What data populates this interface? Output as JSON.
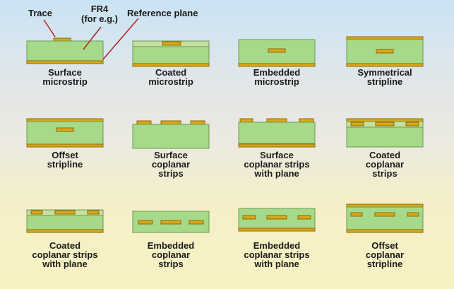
{
  "colors": {
    "substrate": "#a6d98a",
    "substrate_edge": "#6b9b4f",
    "copper": "#d9a818",
    "copper_edge": "#8a6a0a",
    "coating": "#c6e0a0",
    "pointer": "#b02020"
  },
  "legend": {
    "trace": "Trace",
    "fr4": "FR4\n(for e.g.)",
    "reference_plane": "Reference plane"
  },
  "structures": [
    {
      "id": "surface-microstrip",
      "label": "Surface\nmicrostrip",
      "kind": "surface-microstrip"
    },
    {
      "id": "coated-microstrip",
      "label": "Coated\nmicrostrip",
      "kind": "coated-microstrip"
    },
    {
      "id": "embedded-microstrip",
      "label": "Embedded\nmicrostrip",
      "kind": "embedded-microstrip"
    },
    {
      "id": "symmetrical-stripline",
      "label": "Symmetrical\nstripline",
      "kind": "symmetrical-stripline"
    },
    {
      "id": "offset-stripline",
      "label": "Offset\nstripline",
      "kind": "offset-stripline"
    },
    {
      "id": "surface-coplanar-strips",
      "label": "Surface\ncoplanar\nstrips",
      "kind": "surface-coplanar"
    },
    {
      "id": "surface-coplanar-strips-with-plane",
      "label": "Surface\ncoplanar strips\nwith plane",
      "kind": "surface-coplanar-plane"
    },
    {
      "id": "coated-coplanar-strips",
      "label": "Coated\ncoplanar\nstrips",
      "kind": "coated-coplanar"
    },
    {
      "id": "coated-coplanar-strips-with-plane",
      "label": "Coated\ncoplanar strips\nwith plane",
      "kind": "coated-coplanar-plane"
    },
    {
      "id": "embedded-coplanar-strips",
      "label": "Embedded\ncoplanar\nstrips",
      "kind": "embedded-coplanar"
    },
    {
      "id": "embedded-coplanar-strips-with-plane",
      "label": "Embedded\ncoplanar strips\nwith plane",
      "kind": "embedded-coplanar-plane"
    },
    {
      "id": "offset-coplanar-stripline",
      "label": "Offset\ncoplanar\nstripline",
      "kind": "offset-coplanar-stripline"
    }
  ]
}
